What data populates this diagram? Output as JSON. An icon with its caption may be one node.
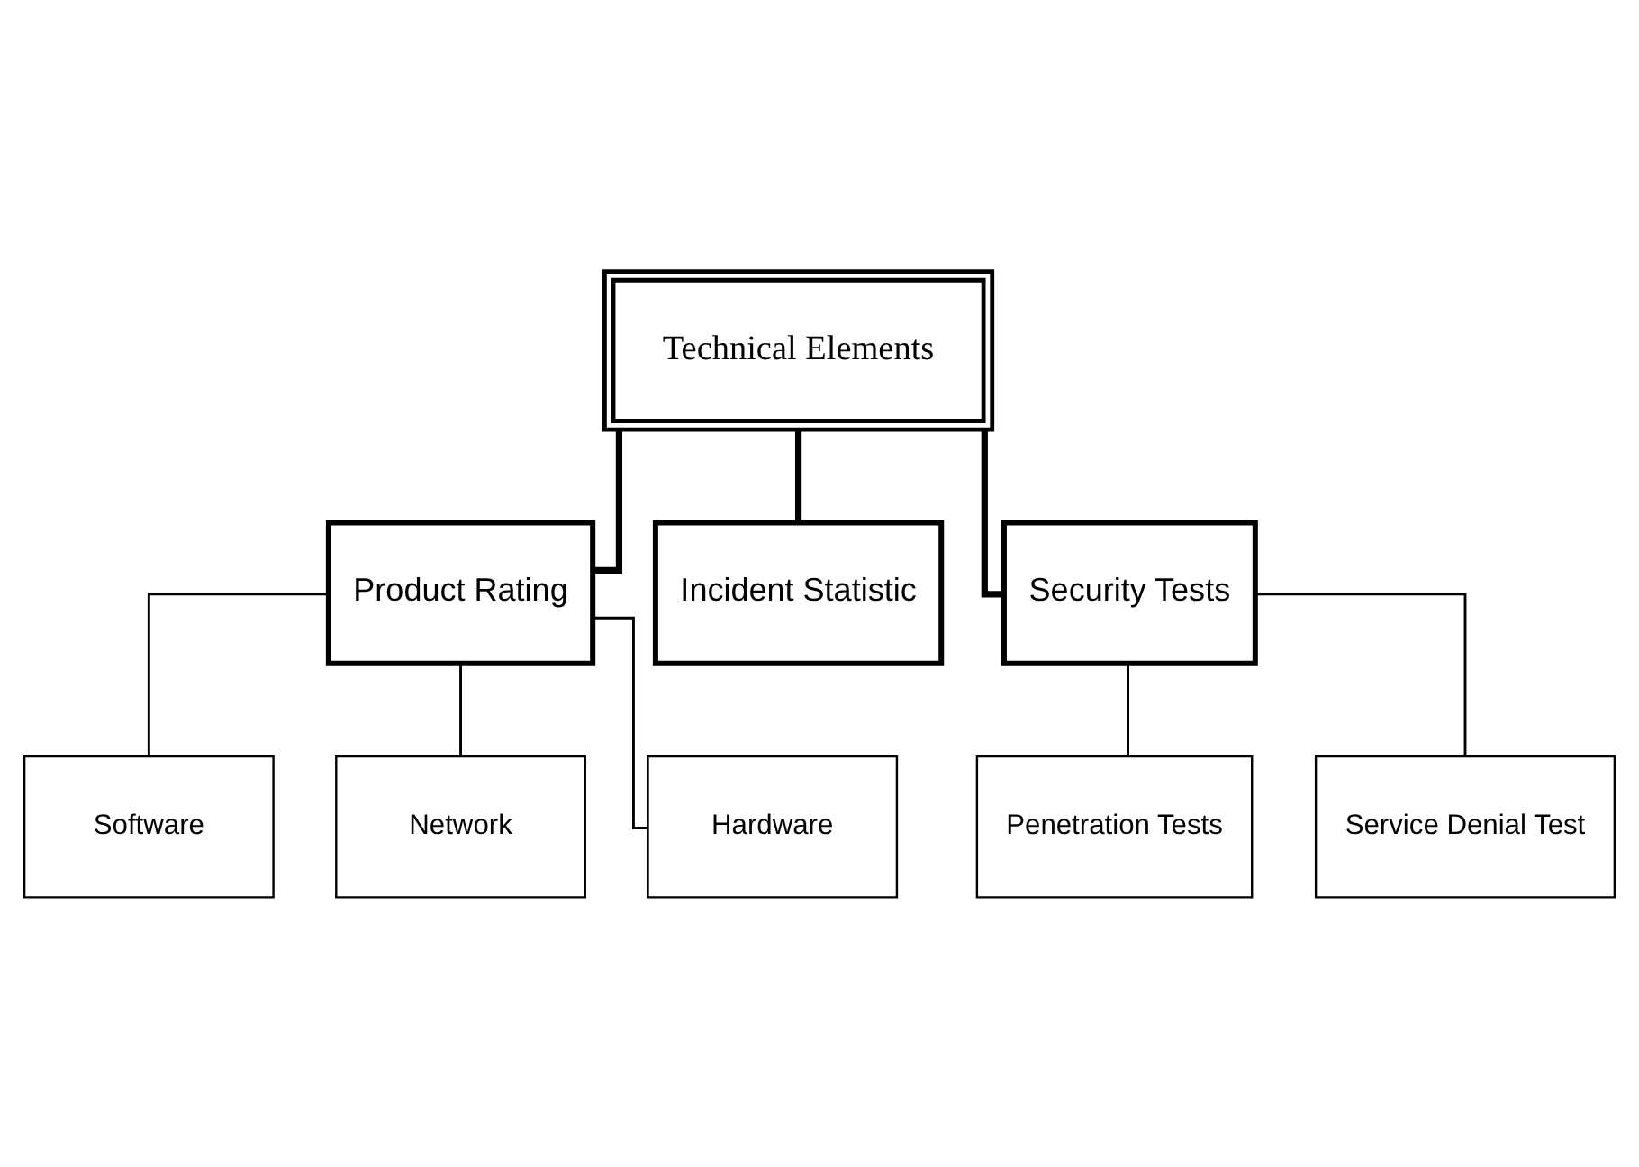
{
  "diagram": {
    "nodes": [
      {
        "text": [
          "Technical Elements"
        ]
      },
      {
        "text": [
          "Product Rating"
        ]
      },
      {
        "text": [
          "Incident Statistic"
        ]
      },
      {
        "text": [
          "Security Tests"
        ]
      },
      {
        "text": [
          "Software"
        ]
      },
      {
        "text": [
          "Network"
        ]
      },
      {
        "text": [
          "Hardware"
        ]
      },
      {
        "text": [
          "Penetration Tests"
        ]
      },
      {
        "text": [
          "Service Denial Test"
        ]
      }
    ],
    "edges": [
      {
        "from": 0,
        "to": 1,
        "arrow": "none",
        "style": "thick"
      },
      {
        "from": 0,
        "to": 2,
        "arrow": "none",
        "style": "thick"
      },
      {
        "from": 0,
        "to": 3,
        "arrow": "none",
        "style": "thick"
      },
      {
        "from": 1,
        "to": 4,
        "arrow": "none"
      },
      {
        "from": 1,
        "to": 5,
        "arrow": "none"
      },
      {
        "from": 1,
        "to": 6,
        "arrow": "none"
      },
      {
        "from": 3,
        "to": 7,
        "arrow": "none"
      },
      {
        "from": 3,
        "to": 8,
        "arrow": "none"
      }
    ]
  }
}
